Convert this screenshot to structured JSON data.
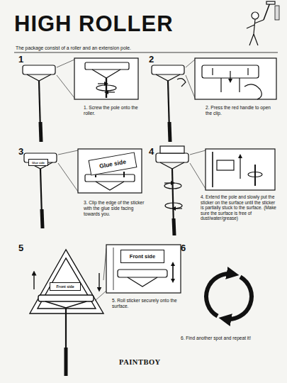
{
  "diagram": {
    "title": "HIGH ROLLER",
    "nodes": [
      {
        "text": [
          "Glue side"
        ]
      },
      {
        "text": [
          "Glue side"
        ]
      },
      {
        "text": [
          "Front side"
        ]
      },
      {
        "text": [
          "Front side"
        ]
      }
    ],
    "labels": [
      "The package consist of a roller and an extension pole.",
      "1",
      "1. Screw the pole onto the roller.",
      "2",
      "2. Press the red handle to open the clip.",
      "3",
      "3. Clip the edge of the sticker with the glue side facing towards you.",
      "4",
      "4. Extend the pole and slowly put the sticker on the surface until the sticker is partially stuck to the surface. (Make sure the surface is free of dust/water/grease)",
      "5",
      "5. Roll sticker securely onto the surface.",
      "6",
      "6. Find another spot and repeat it!",
      "PAINTBOY"
    ]
  }
}
